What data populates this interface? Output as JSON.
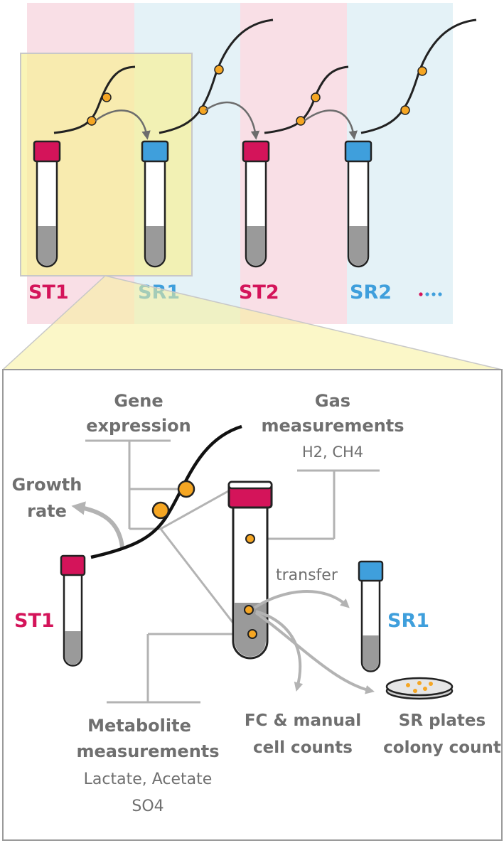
{
  "colors": {
    "st": "#d4145a",
    "sr": "#3f9fdc",
    "dot": "#f5a623",
    "gray_text": "#6f6f6f",
    "gray_line": "#b3b3b3",
    "liquid": "#9a9a9a",
    "band_pink": "#f9dfe6",
    "band_blue": "#e4f2f7",
    "zoom_yellow": "#f7f09a"
  },
  "overview": {
    "tubes": [
      {
        "label": "ST1",
        "kind": "st"
      },
      {
        "label": "SR1",
        "kind": "sr"
      },
      {
        "label": "ST2",
        "kind": "st"
      },
      {
        "label": "SR2",
        "kind": "sr"
      }
    ],
    "more_label": "...."
  },
  "detail": {
    "gene_expression": [
      "Gene",
      "expression"
    ],
    "gas": {
      "title": [
        "Gas",
        "measurements"
      ],
      "detail": "H2, CH4"
    },
    "growth_rate": [
      "Growth",
      "rate"
    ],
    "st1": "ST1",
    "sr1": "SR1",
    "transfer": "transfer",
    "metabolite": {
      "title": [
        "Metabolite",
        "measurements"
      ],
      "detail": [
        "Lactate, Acetate",
        "SO4"
      ]
    },
    "fc_counts": [
      "FC & manual",
      "cell counts"
    ],
    "sr_plates": [
      "SR plates",
      "colony count"
    ]
  }
}
